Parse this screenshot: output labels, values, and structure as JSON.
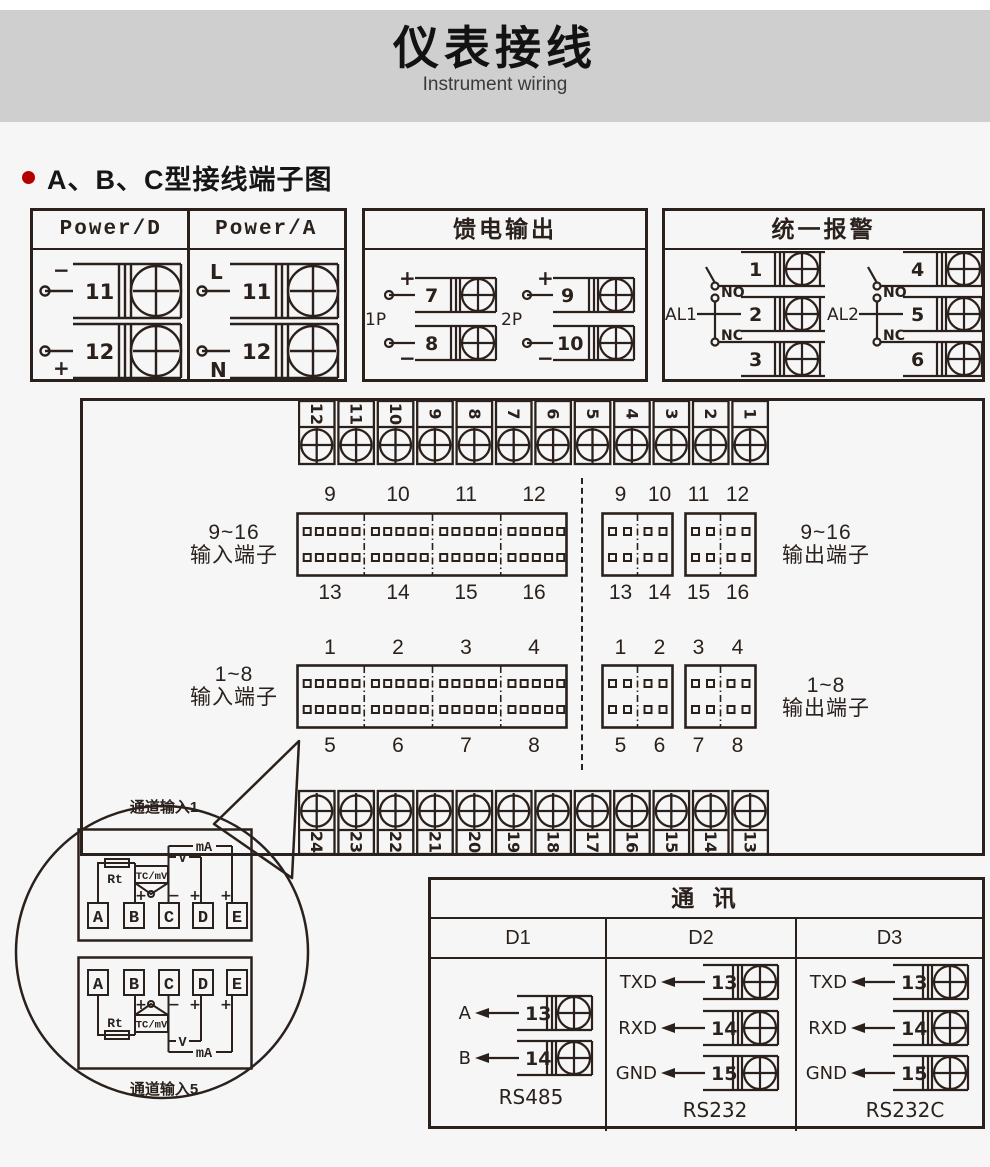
{
  "colors": {
    "line": "#2a211c",
    "accent_red": "#b40000",
    "band_gray": "#cfcfcf",
    "page_bg": "#f6f6f6"
  },
  "header": {
    "title": "仪表接线",
    "subtitle": "Instrument wiring"
  },
  "section_title": "A、B、C型接线端子图",
  "power": {
    "d_title": "Power/D",
    "a_title": "Power/A",
    "d_rows": [
      {
        "sign": "−",
        "num": "11"
      },
      {
        "sign": "+",
        "num": "12"
      }
    ],
    "a_rows": [
      {
        "sign": "L",
        "num": "11"
      },
      {
        "sign": "N",
        "num": "12"
      }
    ]
  },
  "feed": {
    "title": "馈电输出",
    "groups": [
      {
        "name": "1P",
        "top_sign": "+",
        "top_num": "7",
        "bot_sign": "−",
        "bot_num": "8"
      },
      {
        "name": "2P",
        "top_sign": "+",
        "top_num": "9",
        "bot_sign": "−",
        "bot_num": "10"
      }
    ]
  },
  "alarm": {
    "title": "统一报警",
    "groups": [
      {
        "name": "AL1",
        "no_label": "NO",
        "nc_label": "NC",
        "t1": "1",
        "t2": "2",
        "t3": "3"
      },
      {
        "name": "AL2",
        "no_label": "NO",
        "nc_label": "NC",
        "t1": "4",
        "t2": "5",
        "t3": "6"
      }
    ]
  },
  "panel": {
    "top_strip": [
      "12",
      "11",
      "10",
      "9",
      "8",
      "7",
      "6",
      "5",
      "4",
      "3",
      "2",
      "1"
    ],
    "bottom_strip": [
      "24",
      "23",
      "22",
      "21",
      "20",
      "19",
      "18",
      "17",
      "16",
      "15",
      "14",
      "13"
    ],
    "row_916": {
      "in_label1": "9~16",
      "in_label2": "输入端子",
      "in_top": [
        "9",
        "10",
        "11",
        "12"
      ],
      "in_bottom": [
        "13",
        "14",
        "15",
        "16"
      ],
      "out_top": [
        "9",
        "10",
        "11",
        "12"
      ],
      "out_bottom": [
        "13",
        "14",
        "15",
        "16"
      ],
      "out_label1": "9~16",
      "out_label2": "输出端子"
    },
    "row_18": {
      "in_label1": "1~8",
      "in_label2": "输入端子",
      "in_top": [
        "1",
        "2",
        "3",
        "4"
      ],
      "in_bottom": [
        "5",
        "6",
        "7",
        "8"
      ],
      "out_top": [
        "1",
        "2",
        "3",
        "4"
      ],
      "out_bottom": [
        "5",
        "6",
        "7",
        "8"
      ],
      "out_label1": "1~8",
      "out_label2": "输出端子"
    }
  },
  "callout": {
    "top_label": "通道输入1",
    "bottom_label": "通道输入5",
    "sch": {
      "rt": "Rt",
      "tc": "TC/mV",
      "v": "V",
      "ma": "mA",
      "plus": "+",
      "minus": "−",
      "a": "A",
      "b": "B",
      "c": "C",
      "d": "D",
      "e": "E"
    }
  },
  "comm": {
    "title": "通  讯",
    "cols": [
      {
        "header": "D1",
        "rows": [
          {
            "sig": "A",
            "num": "13"
          },
          {
            "sig": "B",
            "num": "14"
          }
        ],
        "proto": "RS485"
      },
      {
        "header": "D2",
        "rows": [
          {
            "sig": "TXD",
            "num": "13"
          },
          {
            "sig": "RXD",
            "num": "14"
          },
          {
            "sig": "GND",
            "num": "15"
          }
        ],
        "proto": "RS232"
      },
      {
        "header": "D3",
        "rows": [
          {
            "sig": "TXD",
            "num": "13"
          },
          {
            "sig": "RXD",
            "num": "14"
          },
          {
            "sig": "GND",
            "num": "15"
          }
        ],
        "proto": "RS232C"
      }
    ]
  }
}
